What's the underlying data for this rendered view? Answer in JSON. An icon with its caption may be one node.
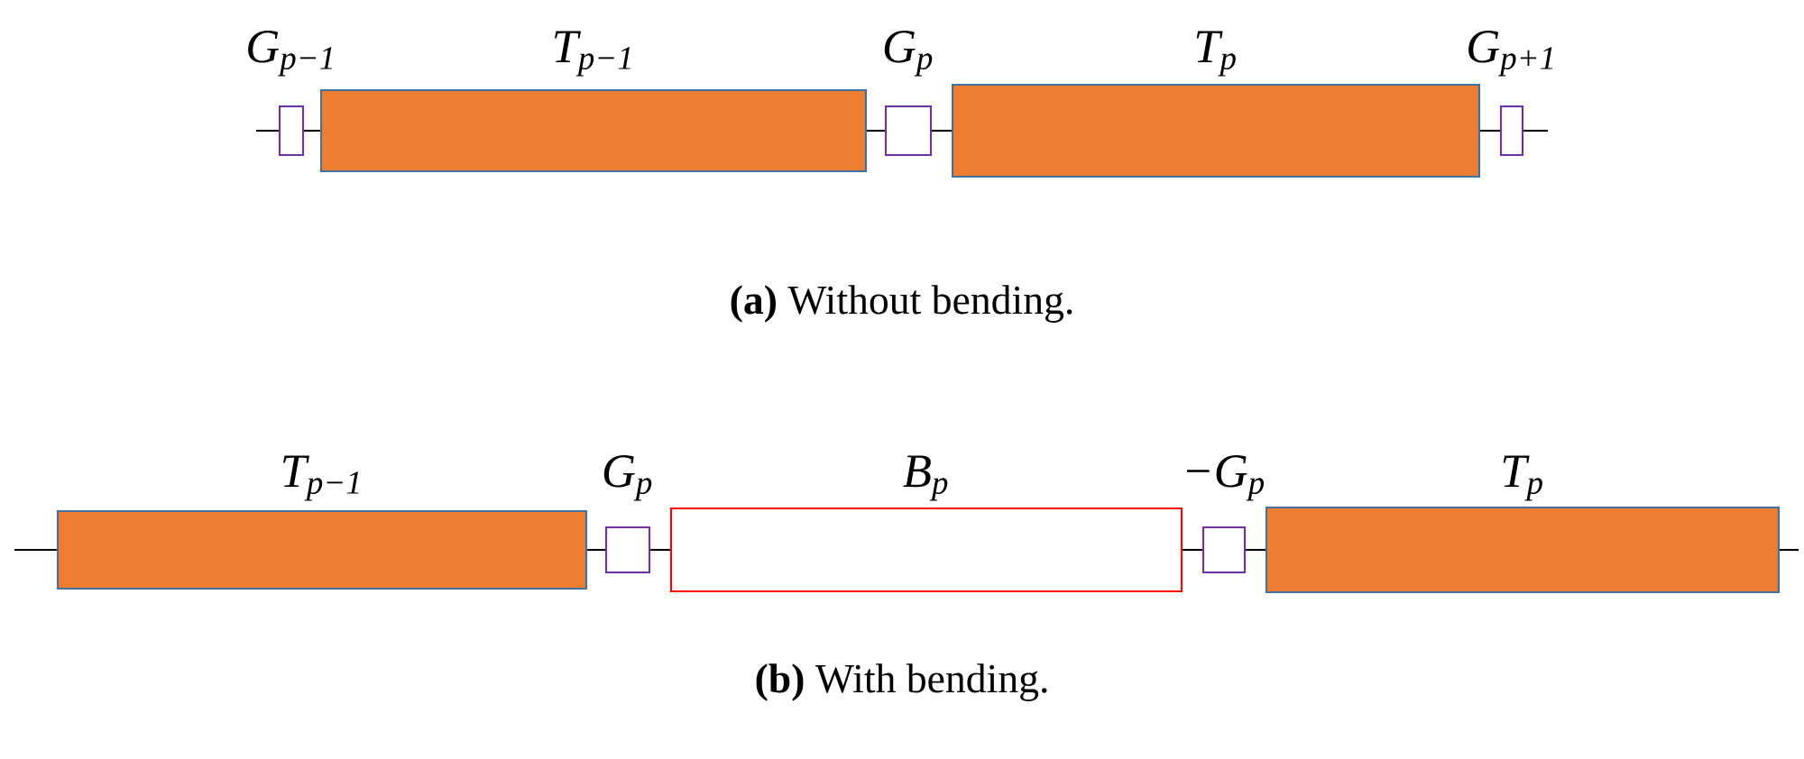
{
  "diagram": {
    "nodes": [
      {
        "text": [
          "G$_{p−1}$"
        ]
      },
      {
        "text": [
          "T$_{p−1}$"
        ]
      },
      {
        "text": [
          "G$_{p}$"
        ]
      },
      {
        "text": [
          "T$_{p}$"
        ]
      },
      {
        "text": [
          "G$_{p+1}$"
        ]
      },
      {
        "text": [
          "T$_{p−1}$"
        ]
      },
      {
        "text": [
          "G$_{p}$"
        ]
      },
      {
        "text": [
          "B$_{p}$"
        ]
      },
      {
        "text": [
          "−G$_{p}$"
        ]
      },
      {
        "text": [
          "T$_{p}$"
        ]
      }
    ],
    "edges": [
      {
        "from": null,
        "to": 0,
        "arrow": "none"
      },
      {
        "from": 0,
        "to": 1,
        "arrow": "none"
      },
      {
        "from": 1,
        "to": 2,
        "arrow": "none"
      },
      {
        "from": 2,
        "to": 3,
        "arrow": "none"
      },
      {
        "from": 3,
        "to": 4,
        "arrow": "none"
      },
      {
        "from": 4,
        "to": null,
        "arrow": "none"
      },
      {
        "from": null,
        "to": 5,
        "arrow": "none"
      },
      {
        "from": 5,
        "to": 6,
        "arrow": "none"
      },
      {
        "from": 6,
        "to": 7,
        "arrow": "none"
      },
      {
        "from": 7,
        "to": 8,
        "arrow": "none"
      },
      {
        "from": 8,
        "to": 9,
        "arrow": "none"
      },
      {
        "from": 9,
        "to": null,
        "arrow": "none"
      }
    ],
    "labels": [
      "**(a)** Without bending.",
      "**(b)** With bending."
    ]
  }
}
